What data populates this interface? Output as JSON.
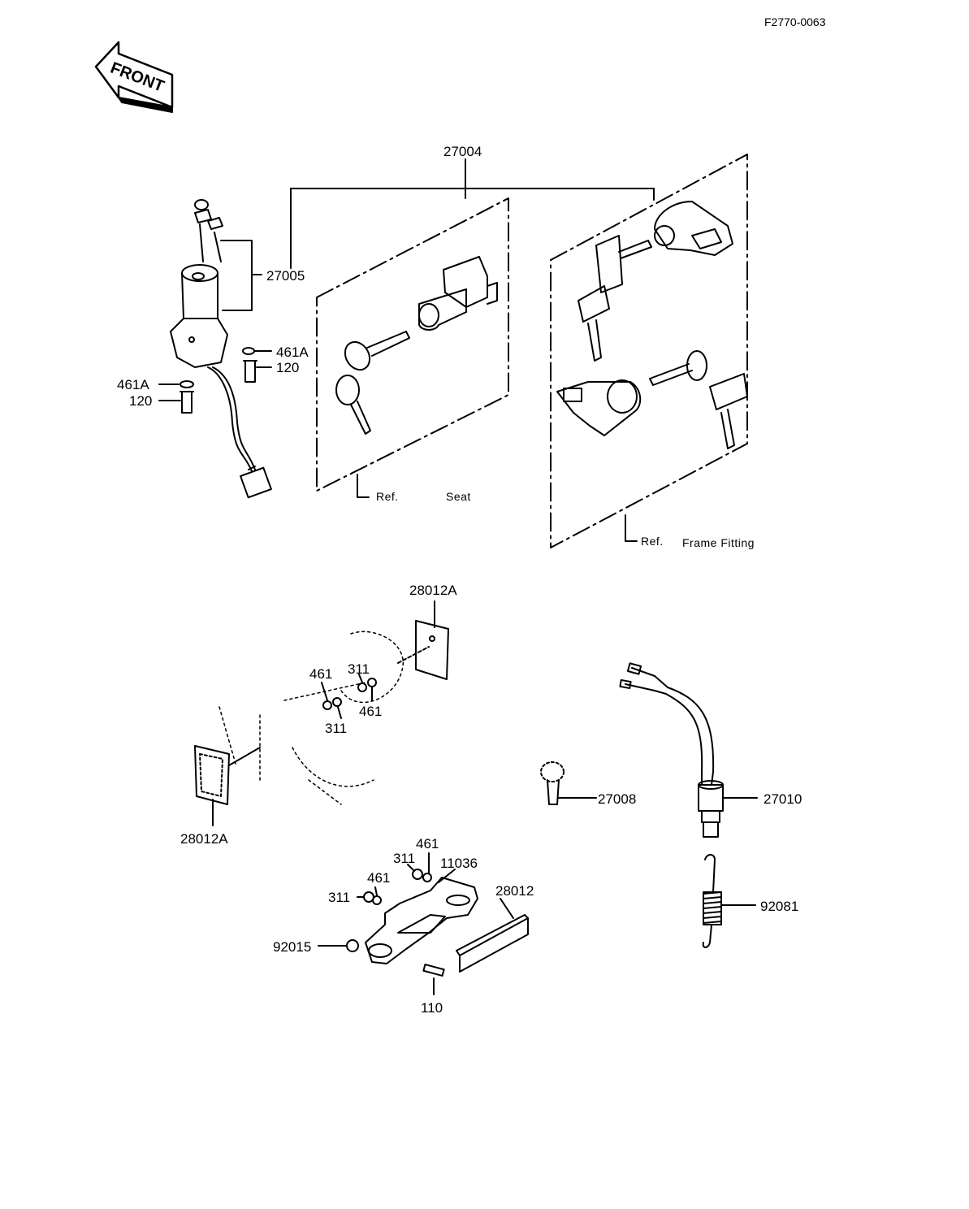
{
  "diagram_code": "F2770-0063",
  "front_arrow_text": "FRONT",
  "labels": {
    "p27004": "27004",
    "p27005": "27005",
    "p461A_right": "461A",
    "p120_right": "120",
    "p461A_left": "461A",
    "p120_left": "120",
    "ref_seat_prefix": "Ref.",
    "ref_seat_text": "Seat",
    "ref_frame_prefix": "Ref.",
    "ref_frame_text": "Frame Fitting",
    "p28012A_top": "28012A",
    "p28012A_bottom": "28012A",
    "p461_a": "461",
    "p311_a": "311",
    "p311_b": "311",
    "p461_b": "461",
    "p27008": "27008",
    "p27010": "27010",
    "p461_c": "461",
    "p311_c": "311",
    "p11036": "11036",
    "p461_d": "461",
    "p311_d": "311",
    "p28012": "28012",
    "p92015": "92015",
    "p110": "110",
    "p92081": "92081"
  }
}
